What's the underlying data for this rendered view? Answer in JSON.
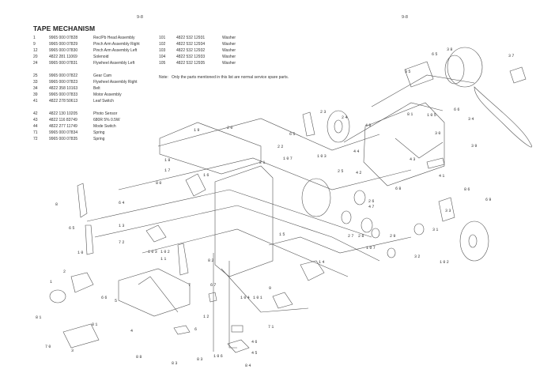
{
  "page": {
    "page_number_left": "9-8",
    "page_number_right": "9-8",
    "title": "TAPE MECHANISM"
  },
  "parts_list": {
    "left_groups": [
      [
        {
          "ref": "1",
          "code": "9965 000 07828",
          "desc": "Rec/Pb Head Assembly"
        },
        {
          "ref": "9",
          "code": "9965 000 07829",
          "desc": "Pinch Arm Assembly Right"
        },
        {
          "ref": "12",
          "code": "9965 000 07830",
          "desc": "Pinch Arm Assembly Left"
        },
        {
          "ref": "20",
          "code": "4822 281 11069",
          "desc": "Solenoid"
        },
        {
          "ref": "24",
          "code": "9965 000 07831",
          "desc": "Flywheel Assembly Left"
        }
      ],
      [
        {
          "ref": "25",
          "code": "9965 000 07822",
          "desc": "Gear Cam"
        },
        {
          "ref": "33",
          "code": "9965 000 07823",
          "desc": "Flywheel Assembly Right"
        },
        {
          "ref": "34",
          "code": "4822 358 10163",
          "desc": "Belt"
        },
        {
          "ref": "39",
          "code": "9965 000 07833",
          "desc": "Motor Assembly"
        },
        {
          "ref": "41",
          "code": "4822 278 50613",
          "desc": "Leaf Switch"
        }
      ],
      [
        {
          "ref": "42",
          "code": "4822 130 10205",
          "desc": "Photo Sensor"
        },
        {
          "ref": "43",
          "code": "4822 116 83749",
          "desc": "680R 5% 0.5W"
        },
        {
          "ref": "44",
          "code": "4822 277 11749",
          "desc": "Mode Switch"
        },
        {
          "ref": "71",
          "code": "9965 000 07834",
          "desc": "Spring"
        },
        {
          "ref": "72",
          "code": "9965 000 07835",
          "desc": "Spring"
        }
      ]
    ],
    "right": [
      {
        "ref": "101",
        "code": "4822 532 12931",
        "desc": "Washer"
      },
      {
        "ref": "102",
        "code": "4822 532 12934",
        "desc": "Washer"
      },
      {
        "ref": "103",
        "code": "4822 532 12932",
        "desc": "Washer"
      },
      {
        "ref": "104",
        "code": "4822 532 12933",
        "desc": "Washer"
      },
      {
        "ref": "105",
        "code": "4822 532 12935",
        "desc": "Washer"
      }
    ],
    "note_label": "Note:",
    "note_text": "Only the parts mentioned in this list are normal service spare parts."
  },
  "diagram": {
    "callouts": [
      {
        "id": "c65a",
        "text": "65"
      },
      {
        "id": "c38",
        "text": "38"
      },
      {
        "id": "c37",
        "text": "37"
      },
      {
        "id": "c35",
        "text": "35"
      },
      {
        "id": "c34",
        "text": "34"
      },
      {
        "id": "c81a",
        "text": "81"
      },
      {
        "id": "c105",
        "text": "105"
      },
      {
        "id": "c66",
        "text": "66"
      },
      {
        "id": "c24",
        "text": "24"
      },
      {
        "id": "c40",
        "text": "40"
      },
      {
        "id": "c30",
        "text": "30"
      },
      {
        "id": "c39",
        "text": "39"
      },
      {
        "id": "c44",
        "text": "44"
      },
      {
        "id": "c43",
        "text": "43"
      },
      {
        "id": "c42",
        "text": "42"
      },
      {
        "id": "c41",
        "text": "41"
      },
      {
        "id": "c23",
        "text": "23"
      },
      {
        "id": "c65b",
        "text": "65"
      },
      {
        "id": "c22",
        "text": "22"
      },
      {
        "id": "c107a",
        "text": "107"
      },
      {
        "id": "c103",
        "text": "103"
      },
      {
        "id": "c19",
        "text": "19"
      },
      {
        "id": "c20",
        "text": "20"
      },
      {
        "id": "c18",
        "text": "18"
      },
      {
        "id": "c21",
        "text": "21"
      },
      {
        "id": "c17",
        "text": "17"
      },
      {
        "id": "c80",
        "text": "80"
      },
      {
        "id": "c16",
        "text": "16"
      },
      {
        "id": "c25",
        "text": "25"
      },
      {
        "id": "c68",
        "text": "68"
      },
      {
        "id": "c86",
        "text": "86"
      },
      {
        "id": "c69",
        "text": "69"
      },
      {
        "id": "c26",
        "text": "26"
      },
      {
        "id": "c47",
        "text": "47"
      },
      {
        "id": "c33",
        "text": "33"
      },
      {
        "id": "c27",
        "text": "27"
      },
      {
        "id": "c28",
        "text": "28"
      },
      {
        "id": "c31",
        "text": "31"
      },
      {
        "id": "c29",
        "text": "29"
      },
      {
        "id": "c107b",
        "text": "107"
      },
      {
        "id": "c32",
        "text": "32"
      },
      {
        "id": "c102a",
        "text": "102"
      },
      {
        "id": "c8",
        "text": "8"
      },
      {
        "id": "c64",
        "text": "64"
      },
      {
        "id": "c13",
        "text": "13"
      },
      {
        "id": "c65c",
        "text": "65"
      },
      {
        "id": "c10",
        "text": "10"
      },
      {
        "id": "c15",
        "text": "15"
      },
      {
        "id": "c72",
        "text": "72"
      },
      {
        "id": "c103b",
        "text": "103"
      },
      {
        "id": "c102b",
        "text": "102"
      },
      {
        "id": "c11",
        "text": "11"
      },
      {
        "id": "c82",
        "text": "82"
      },
      {
        "id": "c14",
        "text": "14"
      },
      {
        "id": "c2",
        "text": "2"
      },
      {
        "id": "c1",
        "text": "1"
      },
      {
        "id": "c66b",
        "text": "66"
      },
      {
        "id": "c5",
        "text": "5"
      },
      {
        "id": "c7",
        "text": "7"
      },
      {
        "id": "c81b",
        "text": "81"
      },
      {
        "id": "c81c",
        "text": "81"
      },
      {
        "id": "c4",
        "text": "4"
      },
      {
        "id": "c70",
        "text": "70"
      },
      {
        "id": "c3",
        "text": "3"
      },
      {
        "id": "c6",
        "text": "6"
      },
      {
        "id": "c88",
        "text": "88"
      },
      {
        "id": "c83a",
        "text": "83"
      },
      {
        "id": "c83b",
        "text": "83"
      },
      {
        "id": "c67",
        "text": "67"
      },
      {
        "id": "c12",
        "text": "12"
      },
      {
        "id": "c104",
        "text": "104"
      },
      {
        "id": "c101",
        "text": "101"
      },
      {
        "id": "c9",
        "text": "9"
      },
      {
        "id": "c71",
        "text": "71"
      },
      {
        "id": "c106",
        "text": "106"
      },
      {
        "id": "c46",
        "text": "46"
      },
      {
        "id": "c45",
        "text": "45"
      },
      {
        "id": "c84",
        "text": "84"
      }
    ]
  }
}
